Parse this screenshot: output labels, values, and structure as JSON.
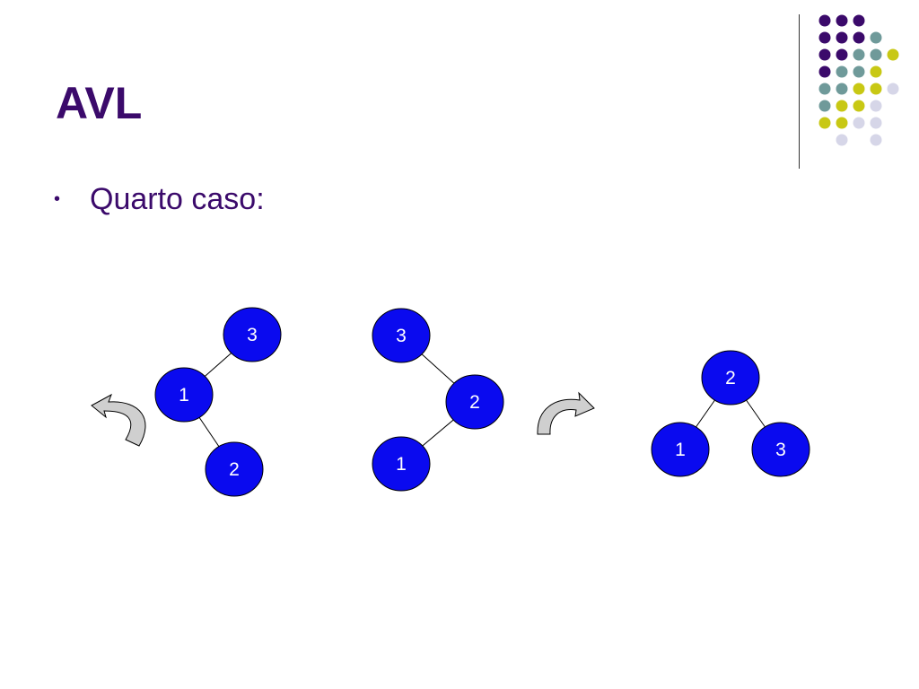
{
  "slide": {
    "title": "AVL",
    "bullet_symbol": "•",
    "bullet_text": "Quarto caso:"
  },
  "colors": {
    "title": "#3b0a6b",
    "text": "#3b0a6b",
    "node_fill": "#0a0aef",
    "node_stroke": "#000000",
    "edge": "#000000",
    "arrow_fill": "#cfcfcf",
    "palette": [
      "#3b0a6b",
      "#6f9a9a",
      "#c8c814",
      "#d6d6e8"
    ]
  },
  "icons": {
    "decoration": "dot-grid-decoration",
    "rotation_arrow": "curved-rotation-arrow-icon"
  },
  "trees": [
    {
      "name": "tree-before",
      "nodes": [
        {
          "id": "a3",
          "label": "3"
        },
        {
          "id": "a1",
          "label": "1"
        },
        {
          "id": "a2",
          "label": "2"
        }
      ],
      "edges": [
        [
          "a3",
          "a1"
        ],
        [
          "a1",
          "a2"
        ]
      ]
    },
    {
      "name": "tree-middle",
      "nodes": [
        {
          "id": "b3",
          "label": "3"
        },
        {
          "id": "b2",
          "label": "2"
        },
        {
          "id": "b1",
          "label": "1"
        }
      ],
      "edges": [
        [
          "b3",
          "b2"
        ],
        [
          "b2",
          "b1"
        ]
      ]
    },
    {
      "name": "tree-after",
      "nodes": [
        {
          "id": "c2",
          "label": "2"
        },
        {
          "id": "c1",
          "label": "1"
        },
        {
          "id": "c3",
          "label": "3"
        }
      ],
      "edges": [
        [
          "c2",
          "c1"
        ],
        [
          "c2",
          "c3"
        ]
      ]
    }
  ]
}
